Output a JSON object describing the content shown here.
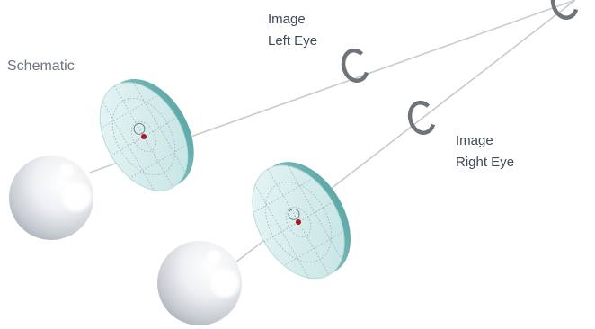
{
  "diagram": {
    "title": "Schematic",
    "labels": {
      "left_line1": "Image",
      "left_line2": "Left Eye",
      "right_line1": "Image",
      "right_line2": "Right Eye"
    }
  },
  "colors": {
    "lens_face": "#d8eeee",
    "lens_edge": "#7bbcbc",
    "sight_line": "#bfc6cc",
    "ring": "#6d7378",
    "optical_center": "#b01222",
    "text": "#3e4a59",
    "title_text": "#6b7480"
  },
  "icons": {
    "eye_left": "eyeball-icon",
    "eye_right": "eyeball-icon",
    "ring": "landolt-ring-icon"
  }
}
